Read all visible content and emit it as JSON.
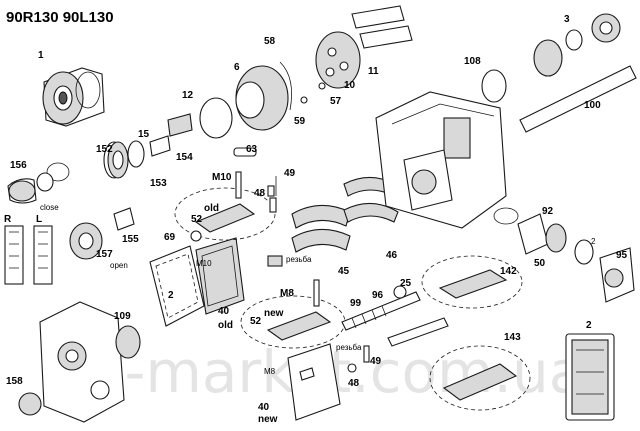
{
  "title": "90R130 90L130",
  "watermark": "rc-market.com.ua",
  "side_labels": {
    "right": "R",
    "left": "L"
  },
  "callouts": {
    "p1": "1",
    "p2a": "2",
    "p2b": "2",
    "p2c": "2",
    "p3": "3",
    "p6": "6",
    "p10": "10",
    "p11": "11",
    "p12": "12",
    "p15": "15",
    "p25": "25",
    "p40a": "40",
    "p40b": "40",
    "p45": "45",
    "p46": "46",
    "p48a": "48",
    "p48b": "48",
    "p49a": "49",
    "p49b": "49",
    "p50": "50",
    "p52a": "52",
    "p52b": "52",
    "p57": "57",
    "p58": "58",
    "p59": "59",
    "p63": "63",
    "p69": "69",
    "p92": "92",
    "p95": "95",
    "p96": "96",
    "p99": "99",
    "p100": "100",
    "p108": "108",
    "p109": "109",
    "p142": "142",
    "p143": "143",
    "p152": "152",
    "p153": "153",
    "p154": "154",
    "p155": "155",
    "p156": "156",
    "p157": "157",
    "p158": "158"
  },
  "notes": {
    "close": "close",
    "open": "open",
    "old_a": "old",
    "old_b": "old",
    "new_a": "new",
    "new_b": "new",
    "thread_a": "резьба",
    "thread_b": "резьба",
    "m10_a": "M10",
    "m10_b": "M10",
    "m8_a": "M8",
    "m8_b": "M8"
  }
}
